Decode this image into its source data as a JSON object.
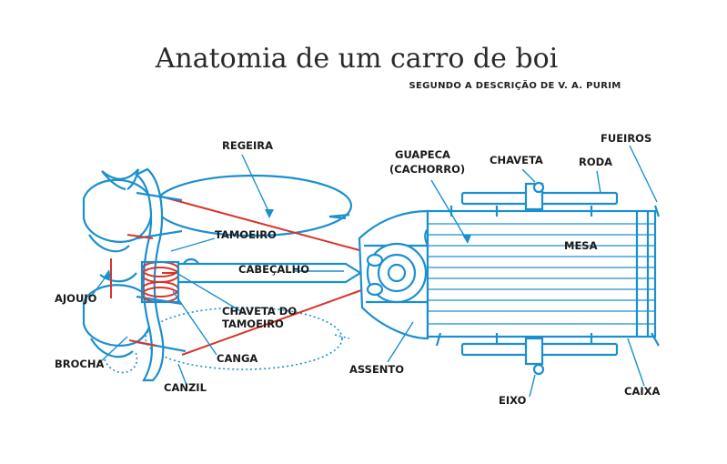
{
  "title": "Anatomia de um carro de boi",
  "subtitle": "SEGUNDO A DESCRIÇÃO DE V. A. PURIM",
  "labels": {
    "regeira": "REGEIRA",
    "tamoeiro": "TAMOEIRO",
    "cabecalho": "CABEÇALHO",
    "ajoujo": "AJOUJO",
    "chaveta_do": "CHAVETA DO",
    "tamoeiro2": "TAMOEIRO",
    "canga": "CANGA",
    "brocha": "BROCHA",
    "canzil": "CANZIL",
    "assento": "ASSENTO",
    "guapeca": "GUAPECA",
    "cachorro": "(CACHORRO)",
    "chaveta": "CHAVETA",
    "roda": "RODA",
    "fueiros": "FUEIROS",
    "mesa": "MESA",
    "eixo": "EIXO",
    "caixa": "CAIXA"
  },
  "colors": {
    "line": "#1a8fd0",
    "accent": "#d9342b",
    "text": "#1a1a1a"
  }
}
